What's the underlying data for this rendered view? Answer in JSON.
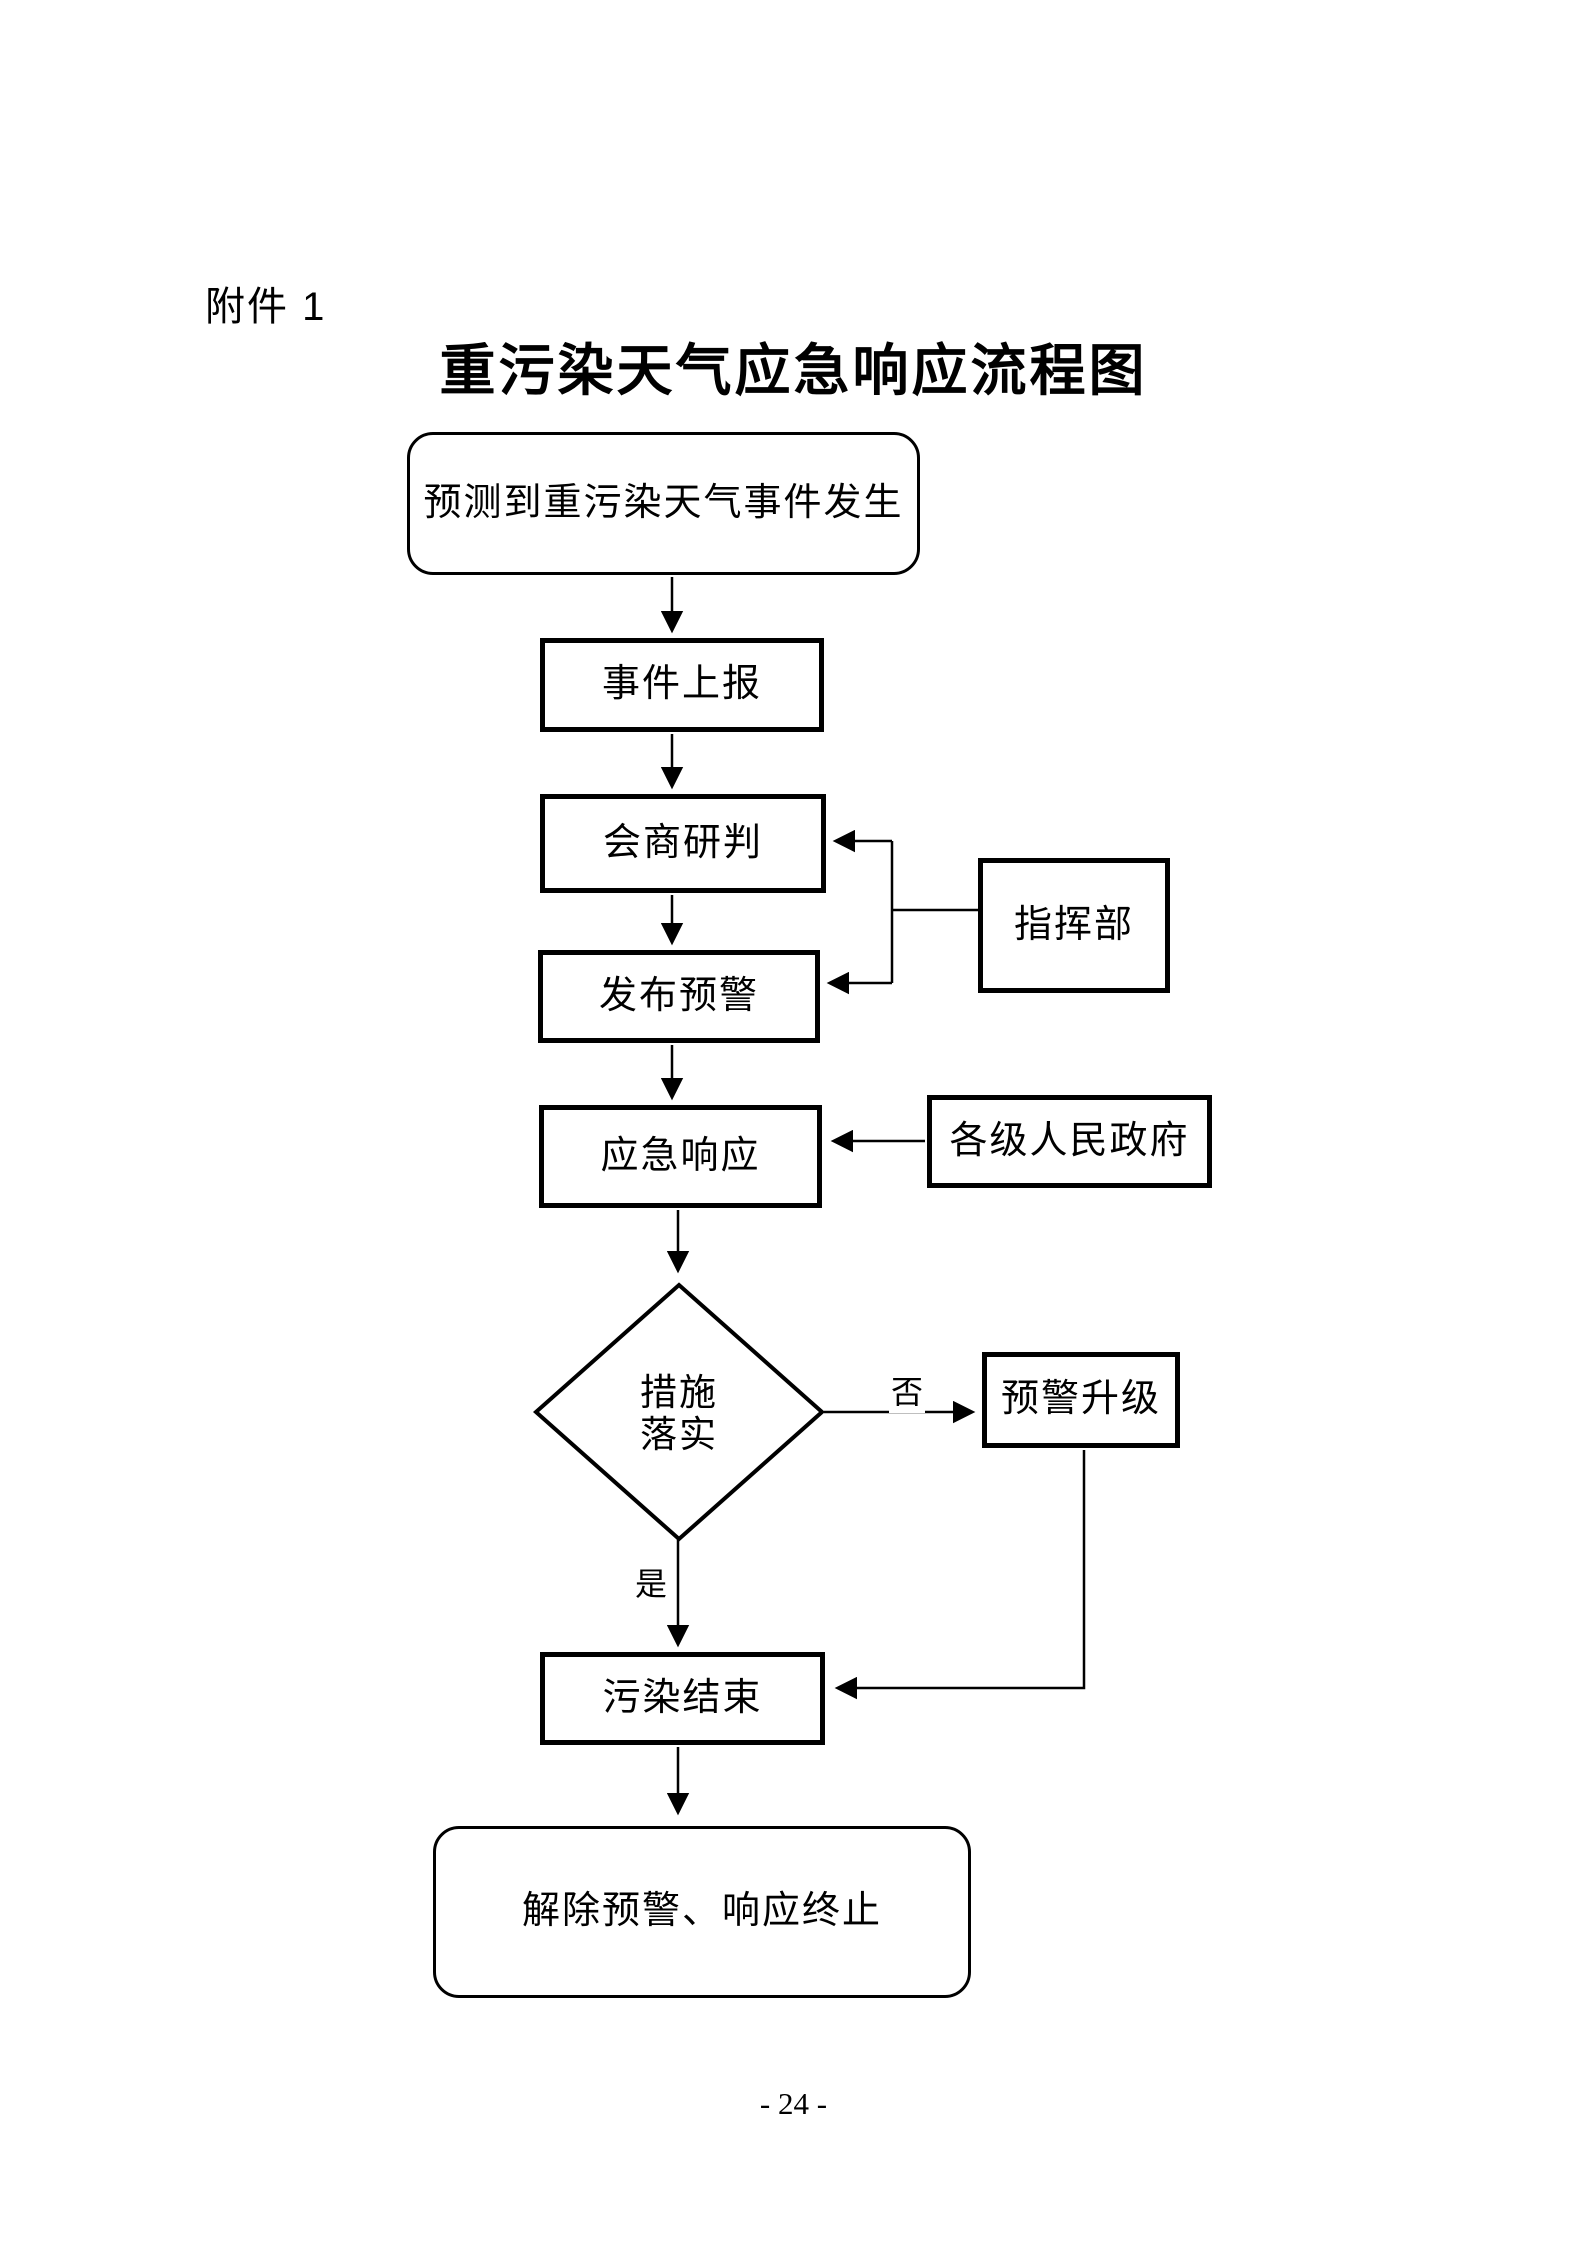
{
  "page": {
    "attachment_label": "附件 1",
    "title": "重污染天气应急响应流程图",
    "page_number": "- 24 -"
  },
  "colors": {
    "ink": "#000000",
    "background": "#ffffff"
  },
  "flowchart": {
    "nodes": {
      "start": "预测到重污染天气事件发生",
      "report": "事件上报",
      "consult": "会商研判",
      "issue_warning": "发布预警",
      "response": "应急响应",
      "command": "指挥部",
      "governments": "各级人民政府",
      "decision_line1": "措施",
      "decision_line2": "落实",
      "upgrade": "预警升级",
      "pollution_end": "污染结束",
      "terminate": "解除预警、响应终止"
    },
    "edge_labels": {
      "no": "否",
      "yes": "是"
    }
  }
}
